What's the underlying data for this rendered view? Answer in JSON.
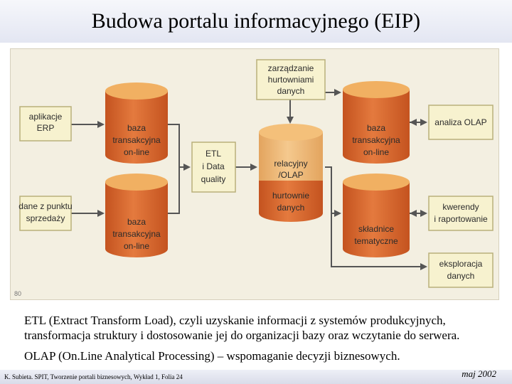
{
  "title": "Budowa portalu informacyjnego (EIP)",
  "diagram": {
    "corner_mark": "80",
    "colors": {
      "cylinder_body": "#d9632c",
      "cylinder_top": "#f1b062",
      "box_fill": "#f7f2cf",
      "box_border": "#b9b07a",
      "arrow": "#555555",
      "background": "#f3efe1"
    },
    "boxes": {
      "erp": [
        "aplikacje",
        "ERP"
      ],
      "pos": [
        "dane z punktu",
        "sprzedaży"
      ],
      "etl": [
        "ETL",
        "i Data",
        "quality"
      ],
      "mgmt": [
        "zarządzanie",
        "hurtowniami",
        "danych"
      ],
      "olap": [
        "analiza OLAP"
      ],
      "queries": [
        "kwerendy",
        "i raportowanie"
      ],
      "mining": [
        "eksploracja",
        "danych"
      ]
    },
    "cylinders": {
      "db1": [
        "baza",
        "transakcyjna",
        "on-line"
      ],
      "db2": [
        "baza",
        "transakcyjna",
        "on-line"
      ],
      "db3": [
        "baza",
        "transakcyjna",
        "on-line"
      ],
      "warehouse_top": [
        "relacyjny",
        "/OLAP"
      ],
      "warehouse_bottom": [
        "hurtownie",
        "danych"
      ],
      "marts": [
        "składnice",
        "tematyczne"
      ]
    }
  },
  "description": {
    "etl": "ETL (Extract Transform Load), czyli uzyskanie informacji z systemów produkcyjnych, transformacja struktury i dostosowanie jej do organizacji bazy oraz wczytanie do serwera.",
    "olap": "OLAP (On.Line Analytical Processing) – wspomaganie decyzji biznesowych."
  },
  "footer": {
    "left": "K. Subieta. SPIT, Tworzenie portali biznesowych, Wykład 1, Folia 24",
    "right": "maj 2002"
  }
}
